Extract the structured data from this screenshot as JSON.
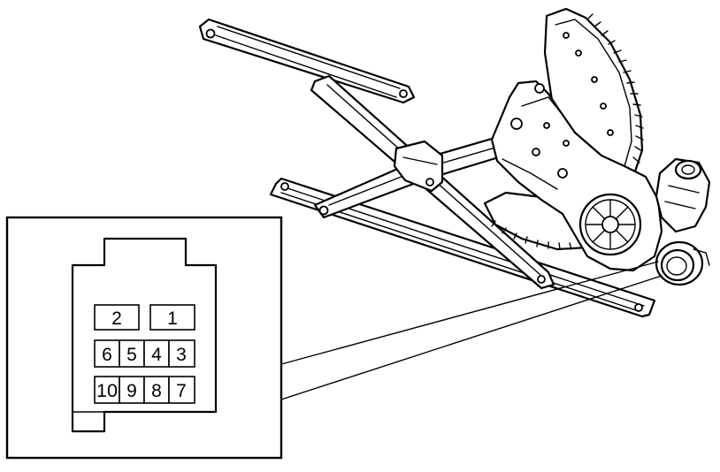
{
  "connector": {
    "pins_top": [
      "2",
      "1"
    ],
    "pins_row2": [
      "6",
      "5",
      "4",
      "3"
    ],
    "pins_row3": [
      "10",
      "9",
      "8",
      "7"
    ]
  }
}
